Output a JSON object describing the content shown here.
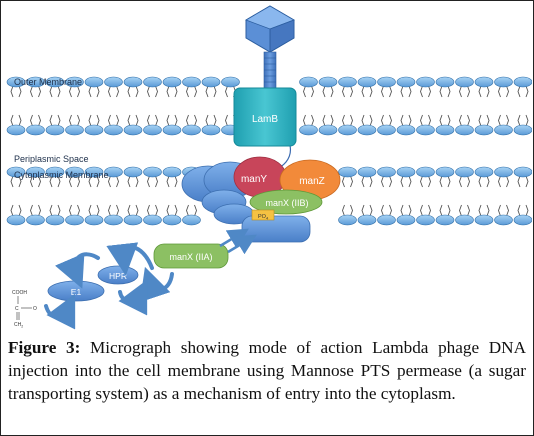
{
  "labels": {
    "outer_membrane": "Outer Membrane",
    "periplasmic_space": "Periplasmic Space",
    "cytoplasmic_membrane": "Cytoplasmic Membrane",
    "lamb": "LamB",
    "many": "manY",
    "manz": "manZ",
    "manx_iib": "manX (IIB)",
    "po4": "PO",
    "po4_sub": "4",
    "manx_iia": "manX (IIA)",
    "hpr": "HPR",
    "e1": "E1"
  },
  "pep_molecule": {
    "cooh": "COOH",
    "c": "C",
    "o": "O",
    "ch2": "CH",
    "ch2_sub": "2"
  },
  "caption": {
    "figure_label": "Figure 3:",
    "text": " Micrograph showing mode of action Lambda phage DNA injection into the cell membrane using Mannose PTS permease (a sugar transporting system) as a mechanism of entry into the cytoplasm."
  },
  "colors": {
    "lipid_head": "#7ab8e8",
    "lipid_head_edge": "#2f6ea8",
    "phage": "#5b8fd6",
    "lamb": "#2fb3c2",
    "many": "#c8455a",
    "manz": "#f28a3a",
    "manx": "#8cc063",
    "protein_blue": "#5b8fd6",
    "arrow": "#4f88c6"
  }
}
